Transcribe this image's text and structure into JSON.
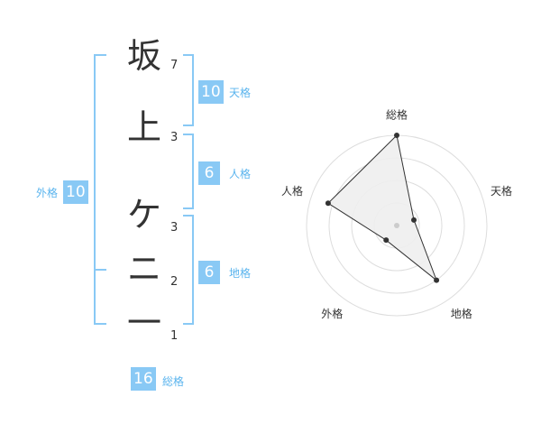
{
  "name": {
    "chars": [
      {
        "char": "坂",
        "strokes": "7"
      },
      {
        "char": "上",
        "strokes": "3"
      },
      {
        "char": "ケ",
        "strokes": "3"
      },
      {
        "char": "ニ",
        "strokes": "2"
      },
      {
        "char": "一",
        "strokes": "1"
      }
    ]
  },
  "kaku": {
    "tenkaku": {
      "value": "10",
      "label": "天格"
    },
    "jinkaku": {
      "value": "6",
      "label": "人格"
    },
    "chikaku": {
      "value": "6",
      "label": "地格"
    },
    "gaikaku": {
      "value": "10",
      "label": "外格"
    },
    "soukaku": {
      "value": "16",
      "label": "総格"
    }
  },
  "colors": {
    "accent": "#89c9f5",
    "accent_text": "#5ab4ee",
    "text": "#333333"
  },
  "chart_data": {
    "type": "radar",
    "axes": [
      "総格",
      "天格",
      "地格",
      "外格",
      "人格"
    ],
    "values": [
      1.0,
      0.2,
      0.75,
      0.2,
      0.8
    ],
    "range": [
      0,
      1
    ],
    "rings": 4
  }
}
